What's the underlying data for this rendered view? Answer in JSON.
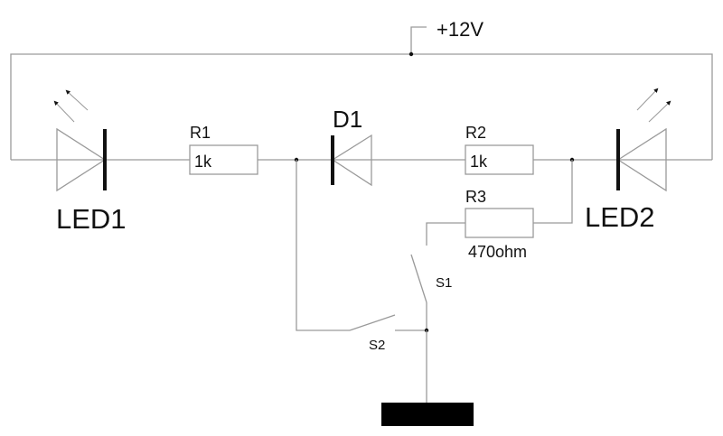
{
  "supply": {
    "label": "+12V"
  },
  "components": {
    "led1": {
      "label": "LED1"
    },
    "led2": {
      "label": "LED2"
    },
    "r1": {
      "label": "R1",
      "value": "1k"
    },
    "r2": {
      "label": "R2",
      "value": "1k"
    },
    "r3": {
      "label": "R3",
      "value": "470ohm"
    },
    "d1": {
      "label": "D1"
    },
    "s1": {
      "label": "S1"
    },
    "s2": {
      "label": "S2"
    }
  }
}
